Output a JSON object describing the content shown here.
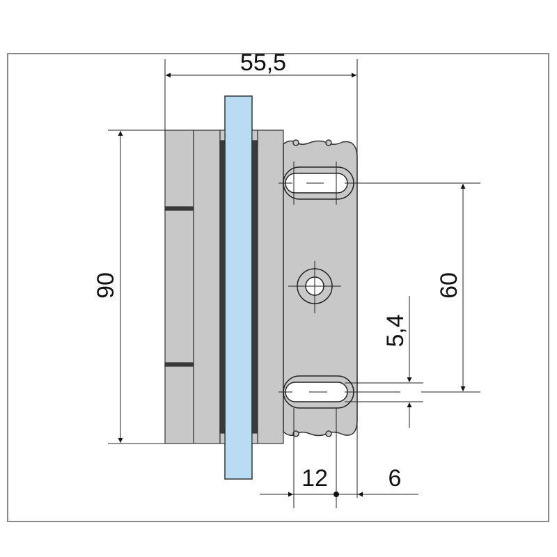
{
  "drawing": {
    "dimensions": {
      "overall_width": "55,5",
      "height": "90",
      "hole_spacing": "60",
      "slot_width": "5,4",
      "slot_offset": "12",
      "edge_offset": "6"
    },
    "colors": {
      "glass": "#b9dcf2",
      "metal": "#c8c8c8",
      "gasket": "#3a3a3a",
      "line": "#222222",
      "frame": "#8a8a8a"
    }
  }
}
